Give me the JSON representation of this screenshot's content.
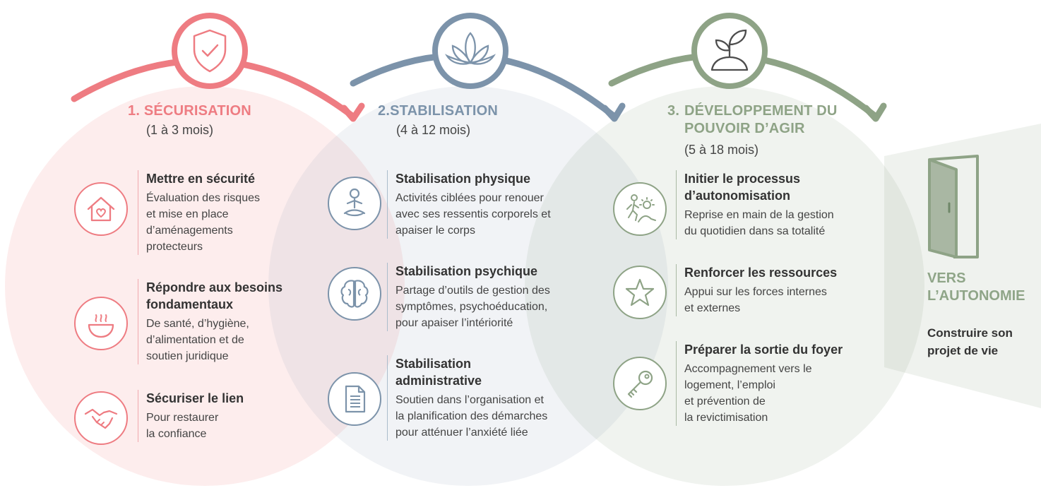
{
  "colors": {
    "phase1": "#ee7c82",
    "phase2": "#7c93aa",
    "phase3": "#8ea386"
  },
  "phases": [
    {
      "number": "1.",
      "title": "SÉCURISATION",
      "duration": "(1 à 3 mois)",
      "top_icon": "shield-check-icon",
      "items": [
        {
          "icon": "house-heart-icon",
          "title": "Mettre en sécurité",
          "desc": "Évaluation des risques\net mise en place\nd’aménagements\nprotecteurs"
        },
        {
          "icon": "bowl-steam-icon",
          "title": "Répondre aux besoins fondamentaux",
          "desc": "De santé, d’hygiène,\nd’alimentation et de\nsoutien juridique"
        },
        {
          "icon": "handshake-icon",
          "title": "Sécuriser le lien",
          "desc": "Pour restaurer\nla confiance"
        }
      ]
    },
    {
      "number": "2.",
      "title": "STABILISATION",
      "duration": "(4 à 12 mois)",
      "top_icon": "lotus-icon",
      "items": [
        {
          "icon": "meditation-icon",
          "title": "Stabilisation physique",
          "desc": "Activités ciblées pour renouer\navec ses ressentis corporels et\napaiser le corps"
        },
        {
          "icon": "brain-icon",
          "title": "Stabilisation psychique",
          "desc": "Partage d’outils de gestion des\nsymptômes, psychoéducation,\npour apaiser l’intériorité"
        },
        {
          "icon": "document-icon",
          "title": "Stabilisation administrative",
          "desc": "Soutien dans l’organisation et\nla planification des démarches\npour atténuer l’anxiété liée"
        }
      ]
    },
    {
      "number": "3.",
      "title": "DÉVELOPPEMENT DU POUVOIR D’AGIR",
      "duration": "(5 à 18 mois)",
      "top_icon": "sprout-icon",
      "items": [
        {
          "icon": "hiker-sun-icon",
          "title": "Initier le processus d’autonomisation",
          "desc": "Reprise en main de la gestion\ndu quotidien dans sa totalité"
        },
        {
          "icon": "star-icon",
          "title": "Renforcer les ressources",
          "desc": "Appui sur les forces internes\net externes"
        },
        {
          "icon": "key-icon",
          "title": "Préparer la sortie du foyer",
          "desc": "Accompagnement vers le\nlogement, l’emploi\net prévention de\nla revictimisation"
        }
      ]
    }
  ],
  "final": {
    "icon": "open-door-icon",
    "title": "VERS\nL’AUTONOMIE",
    "subtitle": "Construire son\nprojet de vie"
  }
}
